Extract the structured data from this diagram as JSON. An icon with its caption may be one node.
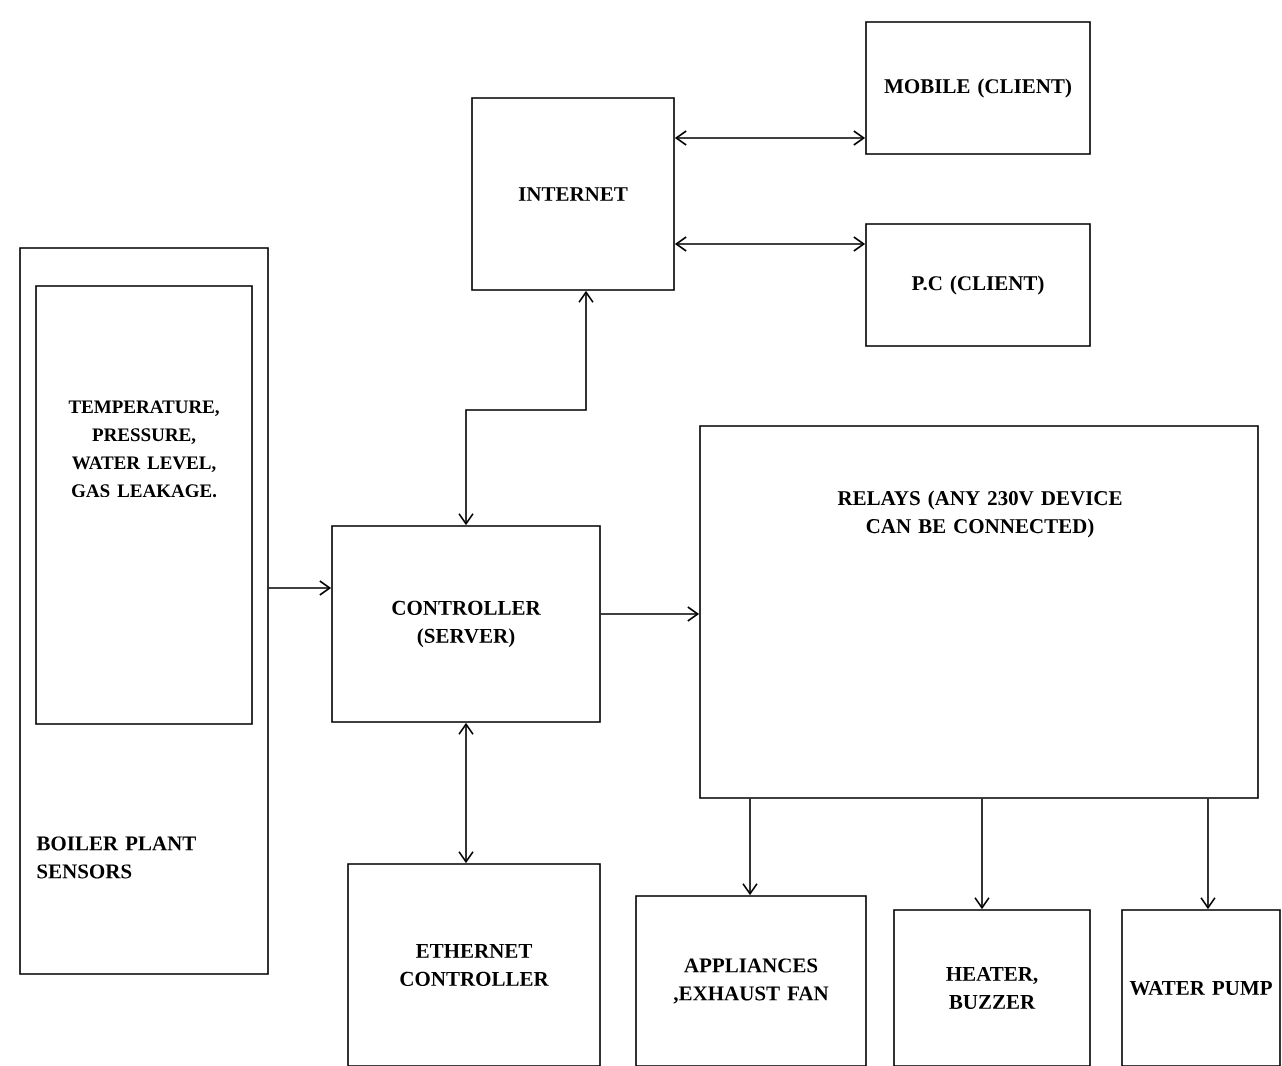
{
  "diagram": {
    "nodes": [
      {
        "text": [
          "BOILER PLANT SENSORS"
        ]
      },
      {
        "text": [
          "TEMPERATURE, PRESSURE, WATER LEVEL, GAS LEAKAGE."
        ],
        "in": 0
      },
      {
        "text": [
          "INTERNET"
        ]
      },
      {
        "text": [
          "MOBILE (CLIENT)"
        ]
      },
      {
        "text": [
          "P.C (CLIENT)"
        ]
      },
      {
        "text": [
          "CONTROLLER (SERVER)"
        ]
      },
      {
        "text": [
          "RELAYS (ANY 230V DEVICE CAN BE CONNECTED)"
        ]
      },
      {
        "text": [
          "ETHERNET CONTROLLER"
        ]
      },
      {
        "text": [
          "APPLIANCES ,EXHAUST FAN"
        ]
      },
      {
        "text": [
          "HEATER, BUZZER"
        ]
      },
      {
        "text": [
          "WATER PUMP"
        ]
      }
    ],
    "edges": [
      {
        "from": 2,
        "to": 3,
        "arrow": "both"
      },
      {
        "from": 2,
        "to": 4,
        "arrow": "both"
      },
      {
        "from": 5,
        "to": 2,
        "arrow": "both"
      },
      {
        "from": 0,
        "to": 5,
        "arrow": "to"
      },
      {
        "from": 5,
        "to": 6,
        "arrow": "to"
      },
      {
        "from": 5,
        "to": 7,
        "arrow": "both"
      },
      {
        "from": 6,
        "to": 8,
        "arrow": "to"
      },
      {
        "from": 6,
        "to": 9,
        "arrow": "to"
      },
      {
        "from": 6,
        "to": 10,
        "arrow": "to"
      }
    ]
  }
}
